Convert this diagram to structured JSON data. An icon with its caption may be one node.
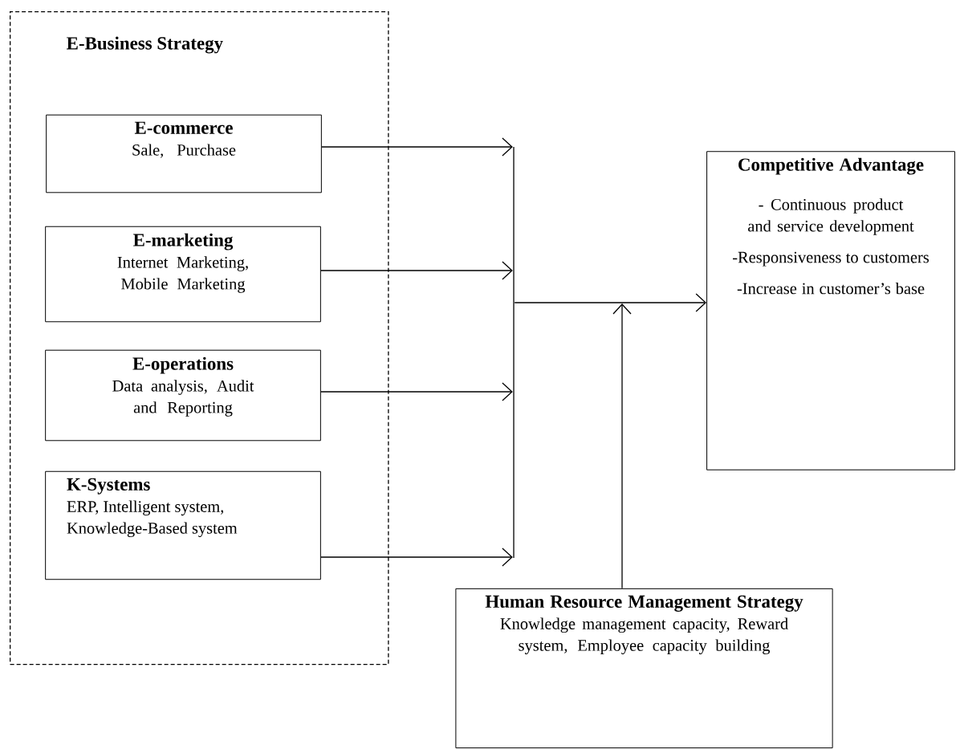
{
  "diagram": {
    "nodes": [
      {
        "text": [
          "E-Business Strategy"
        ]
      },
      {
        "text": [
          "E-commerce",
          "Sale, Purchase"
        ],
        "in": 0
      },
      {
        "text": [
          "E-marketing",
          "Internet Marketing, Mobile Marketing"
        ],
        "in": 0
      },
      {
        "text": [
          "E-operations",
          "Data analysis, Audit and Reporting"
        ],
        "in": 0
      },
      {
        "text": [
          "K-Systems",
          "ERP, Intelligent system, Knowledge-Based system"
        ],
        "in": 0
      },
      {
        "text": [],
        "shape": "bar"
      },
      {
        "text": [
          "Competitive Advantage",
          "- Continuous product and service development",
          "-Responsiveness to customers",
          "-Increase in customer’s base"
        ]
      },
      {
        "text": [
          "Human Resource Management Strategy",
          "Knowledge management capacity, Reward system, Employee capacity building"
        ]
      }
    ],
    "edges": [
      {
        "from": 1,
        "to": 5,
        "arrow": "to"
      },
      {
        "from": 2,
        "to": 5,
        "arrow": "to"
      },
      {
        "from": 3,
        "to": 5,
        "arrow": "to"
      },
      {
        "from": 4,
        "to": 5,
        "arrow": "to"
      },
      {
        "from": 5,
        "to": 6,
        "arrow": "to"
      },
      {
        "from": 7,
        "to": null,
        "arrow": "to"
      }
    ]
  }
}
